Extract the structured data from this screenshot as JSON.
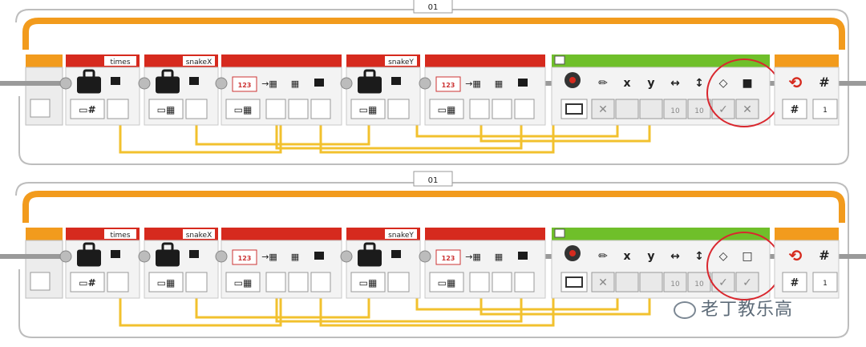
{
  "loops": [
    {
      "loop_name": "01",
      "blocks": [
        {
          "type": "var",
          "label": "times",
          "in_sym": "#",
          "in_count": 1
        },
        {
          "type": "var",
          "label": "snakeX",
          "in_sym": "⊞",
          "in_count": 1
        },
        {
          "type": "array",
          "label": "",
          "digits": "123"
        },
        {
          "type": "var",
          "label": "snakeY",
          "in_sym": "⊞",
          "in_count": 1
        },
        {
          "type": "array",
          "label": "",
          "digits": "123"
        }
      ],
      "display_params": [
        "✏",
        "x",
        "y",
        "↔",
        "↕",
        "◇",
        "■"
      ],
      "display_values": [
        "✕",
        "",
        "",
        "10",
        "10",
        "✓",
        "✕"
      ],
      "switch_value": "1"
    },
    {
      "loop_name": "01",
      "blocks": [
        {
          "type": "var",
          "label": "times",
          "in_sym": "#",
          "in_count": 1
        },
        {
          "type": "var",
          "label": "snakeX",
          "in_sym": "⊞",
          "in_count": 1
        },
        {
          "type": "array",
          "label": "",
          "digits": "123"
        },
        {
          "type": "var",
          "label": "snakeY",
          "in_sym": "⊞",
          "in_count": 1
        },
        {
          "type": "array",
          "label": "",
          "digits": "123"
        }
      ],
      "display_params": [
        "✏",
        "x",
        "y",
        "↔",
        "↕",
        "◇",
        "□"
      ],
      "display_values": [
        "✕",
        "",
        "",
        "10",
        "10",
        "✓",
        "✓"
      ],
      "switch_value": "1"
    }
  ],
  "watermark": "老丁教乐高",
  "colors": {
    "orange": "#f29b1d",
    "red": "#d62a1e",
    "green": "#6fbf2a",
    "wire": "#f2c12e",
    "annotation": "#d9272e"
  }
}
